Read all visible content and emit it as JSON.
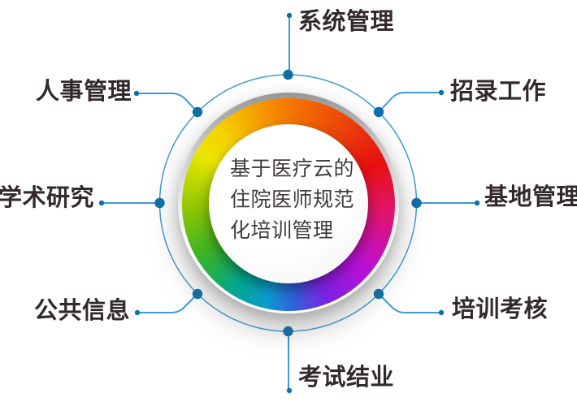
{
  "center": {
    "lines": [
      "基于医疗云的",
      "住院医师规范",
      "化培训管理"
    ]
  },
  "nodes": [
    {
      "label": "系统管理",
      "position": "top"
    },
    {
      "label": "招录工作",
      "position": "top-right"
    },
    {
      "label": "基地管理",
      "position": "right"
    },
    {
      "label": "培训考核",
      "position": "bottom-right"
    },
    {
      "label": "考试结业",
      "position": "bottom"
    },
    {
      "label": "公共信息",
      "position": "bottom-left"
    },
    {
      "label": "学术研究",
      "position": "left"
    },
    {
      "label": "人事管理",
      "position": "top-left"
    }
  ],
  "colors": {
    "connector_blue": "#3d9bd0",
    "dot_blue": "#0f6fa9",
    "label_text": "#33292a",
    "center_text": "#413c3a",
    "bezel_gray": "#969696"
  },
  "rainbow": {
    "stops": [
      {
        "angle": 0,
        "color": "#f57700"
      },
      {
        "angle": 40,
        "color": "#ea3c0c"
      },
      {
        "angle": 65,
        "color": "#e8100e"
      },
      {
        "angle": 95,
        "color": "#e0156e"
      },
      {
        "angle": 130,
        "color": "#bb0fd6"
      },
      {
        "angle": 158,
        "color": "#7d22e2"
      },
      {
        "angle": 177,
        "color": "#2f62d9"
      },
      {
        "angle": 192,
        "color": "#0e9ad2"
      },
      {
        "angle": 212,
        "color": "#00a88f"
      },
      {
        "angle": 240,
        "color": "#3bb324"
      },
      {
        "angle": 268,
        "color": "#8fc800"
      },
      {
        "angle": 300,
        "color": "#ece600"
      },
      {
        "angle": 318,
        "color": "#f5d000"
      },
      {
        "angle": 342,
        "color": "#f59b00"
      },
      {
        "angle": 360,
        "color": "#f57700"
      }
    ]
  }
}
